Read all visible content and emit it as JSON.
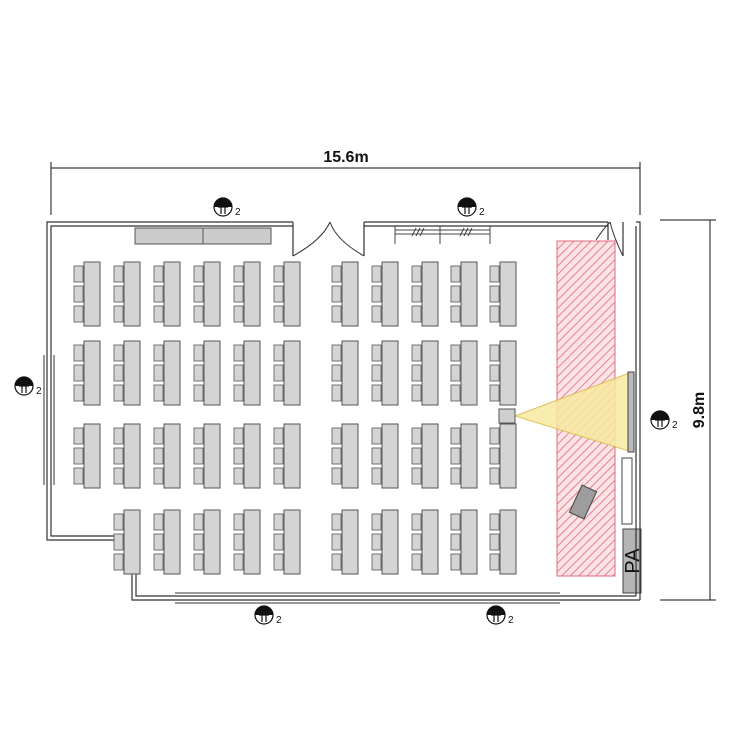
{
  "plan": {
    "width_label": "15.6m",
    "height_label": "9.8m",
    "outlet_subscript": "2",
    "pa_label": "PA"
  },
  "seating": {
    "rows_of_desks": 4,
    "desks_per_row": 11,
    "chairs_per_desk": 3,
    "front_row_missing_desks": 1
  },
  "colors": {
    "wall": "#333333",
    "desk_fill": "#d4d4d4",
    "desk_stroke": "#555555",
    "hatch": "#e06a7a",
    "projection": "#f7e9a0"
  }
}
